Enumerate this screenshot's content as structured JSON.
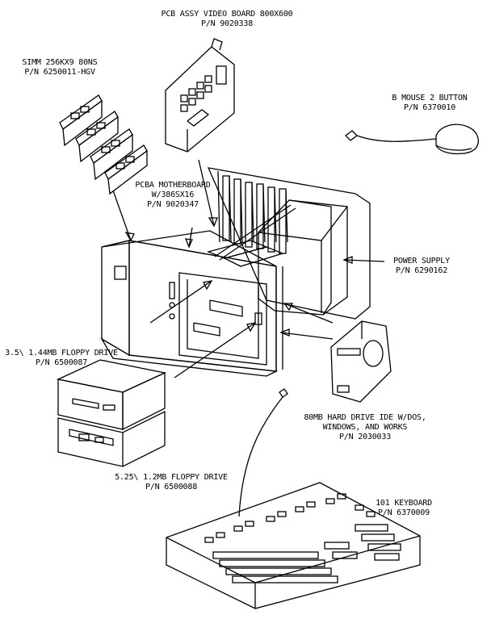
{
  "labels": {
    "video_board": {
      "line1": "PCB ASSY VIDEO BOARD 800X600",
      "line2": "P/N 9020338"
    },
    "simm": {
      "line1": "SIMM 256KX9 80NS",
      "line2": "P/N 6250011-HGV"
    },
    "mouse": {
      "line1": "B MOUSE 2 BUTTON",
      "line2": "P/N 6370010"
    },
    "motherboard": {
      "line1": "PCBA MOTHERBOARD",
      "line2": "W/386SX16",
      "line3": "P/N 9020347"
    },
    "power_supply": {
      "line1": "POWER SUPPLY",
      "line2": "P/N 6290162"
    },
    "floppy_35": {
      "line1": "3.5\\ 1.44MB FLOPPY DRIVE",
      "line2": "P/N 6500087"
    },
    "hard_drive": {
      "line1": "80MB HARD DRIVE IDE W/DOS,",
      "line2": "WINDOWS, AND WORKS",
      "line3": "P/N 2030033"
    },
    "floppy_525": {
      "line1": "5.25\\ 1.2MB FLOPPY DRIVE",
      "line2": "P/N 6500088"
    },
    "keyboard": {
      "line1": "101 KEYBOARD",
      "line2": "P/N 6370009"
    }
  }
}
